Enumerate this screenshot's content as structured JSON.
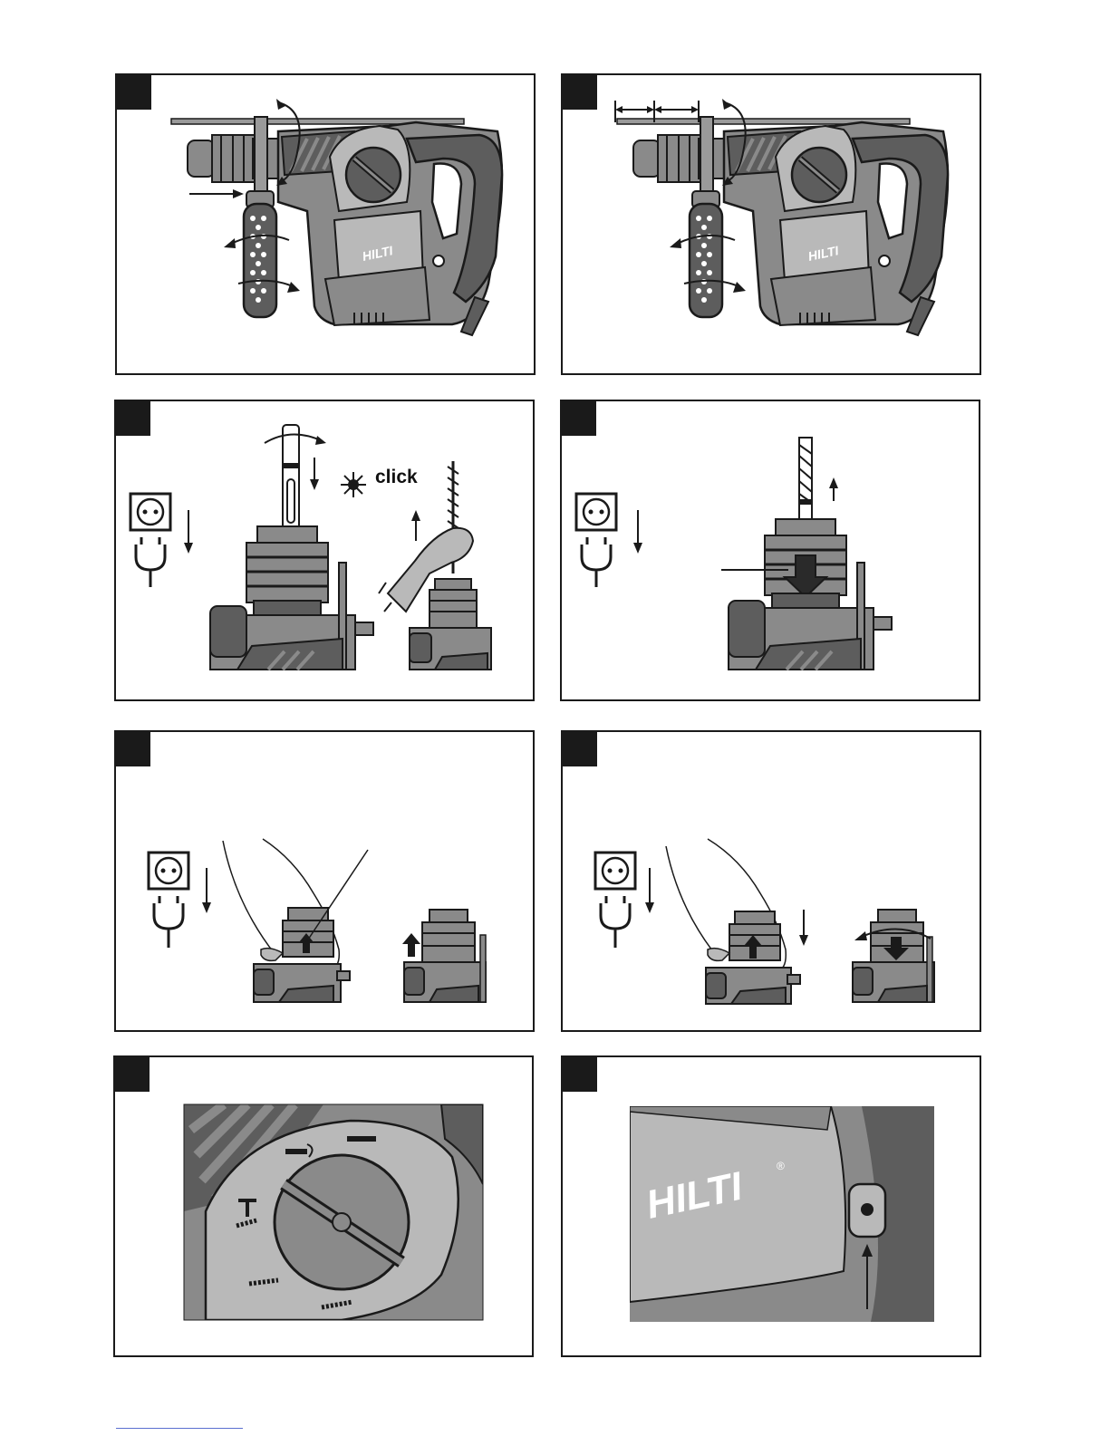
{
  "document": {
    "figures": [
      {
        "id": "fig1",
        "caption": ""
      },
      {
        "id": "fig2",
        "caption": ""
      },
      {
        "id": "fig3",
        "caption": "",
        "label": "click"
      },
      {
        "id": "fig4",
        "caption": ""
      },
      {
        "id": "fig5",
        "caption": ""
      },
      {
        "id": "fig6",
        "caption": ""
      },
      {
        "id": "fig7",
        "caption": ""
      },
      {
        "id": "fig8",
        "caption": ""
      }
    ],
    "brand": "HILTI",
    "brand_mark": "®"
  },
  "colors": {
    "body_gray": "#8a8a8a",
    "dark_gray": "#5d5d5d",
    "light_gray": "#b9b9b9",
    "outline": "#1a1a1a"
  }
}
